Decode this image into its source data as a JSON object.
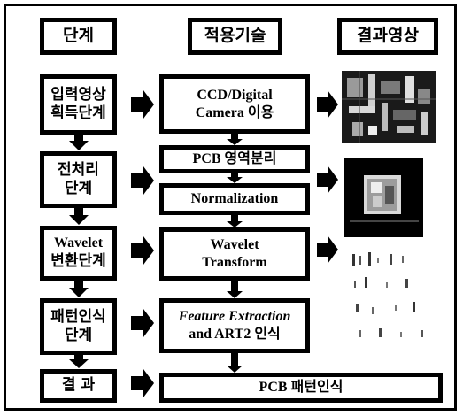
{
  "headers": {
    "stage": "단계",
    "technique": "적용기술",
    "result_image": "결과영상"
  },
  "stages": [
    {
      "line1": "입력영상",
      "line2": "획득단계"
    },
    {
      "line1": "전처리",
      "line2": "단계"
    },
    {
      "line1": "Wavelet",
      "line2": "변환단계"
    },
    {
      "line1": "패턴인식",
      "line2": "단계"
    },
    {
      "line1": "결 과",
      "line2": ""
    }
  ],
  "techniques": {
    "camera": {
      "line1": "CCD/Digital",
      "line2": "Camera 이용"
    },
    "pcb_region": "PCB 영역분리",
    "normalization": "Normalization",
    "wavelet": {
      "line1": "Wavelet",
      "line2": "Transform"
    },
    "feature": {
      "line1": "Feature Extraction",
      "line2": "and ART2 인식"
    },
    "result": "PCB 패턴인식"
  },
  "result_images": [
    "pcb-photo-image",
    "normalized-pcb-image",
    "wavelet-coefficients-image"
  ]
}
